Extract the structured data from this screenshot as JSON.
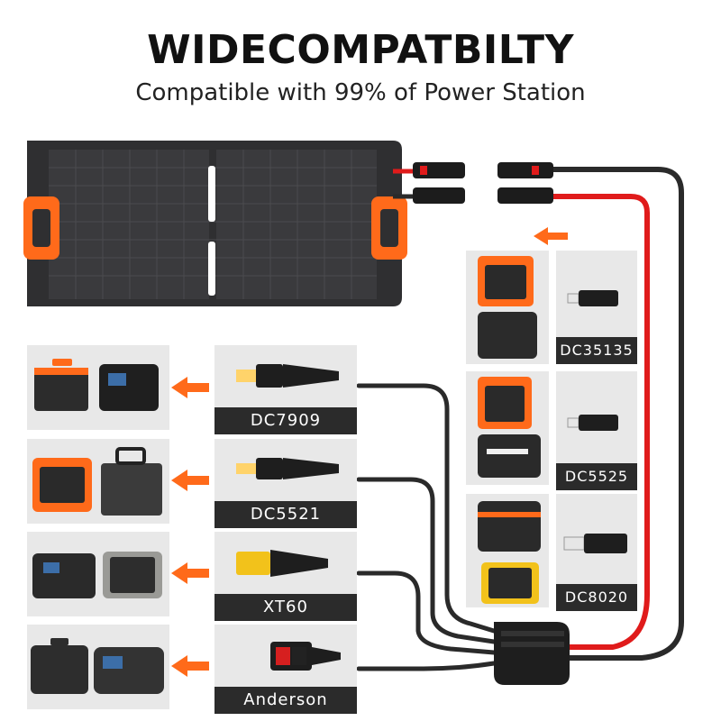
{
  "header": {
    "title": "WIDECOMPATBILTY",
    "subtitle": "Compatible with 99% of Power Station"
  },
  "connectors_left": [
    {
      "label": "DC7909"
    },
    {
      "label": "DC5521"
    },
    {
      "label": "XT60"
    },
    {
      "label": "Anderson"
    }
  ],
  "connectors_right": [
    {
      "label": "DC35135"
    },
    {
      "label": "DC5525"
    },
    {
      "label": "DC8020"
    }
  ],
  "colors": {
    "accent": "#ff6a1a",
    "cable_red": "#e01b1b",
    "cable_black": "#2a2a2a",
    "panel": "#2f2f31",
    "tile_bg": "#e8e8e8",
    "label_bg": "#2b2b2b"
  }
}
